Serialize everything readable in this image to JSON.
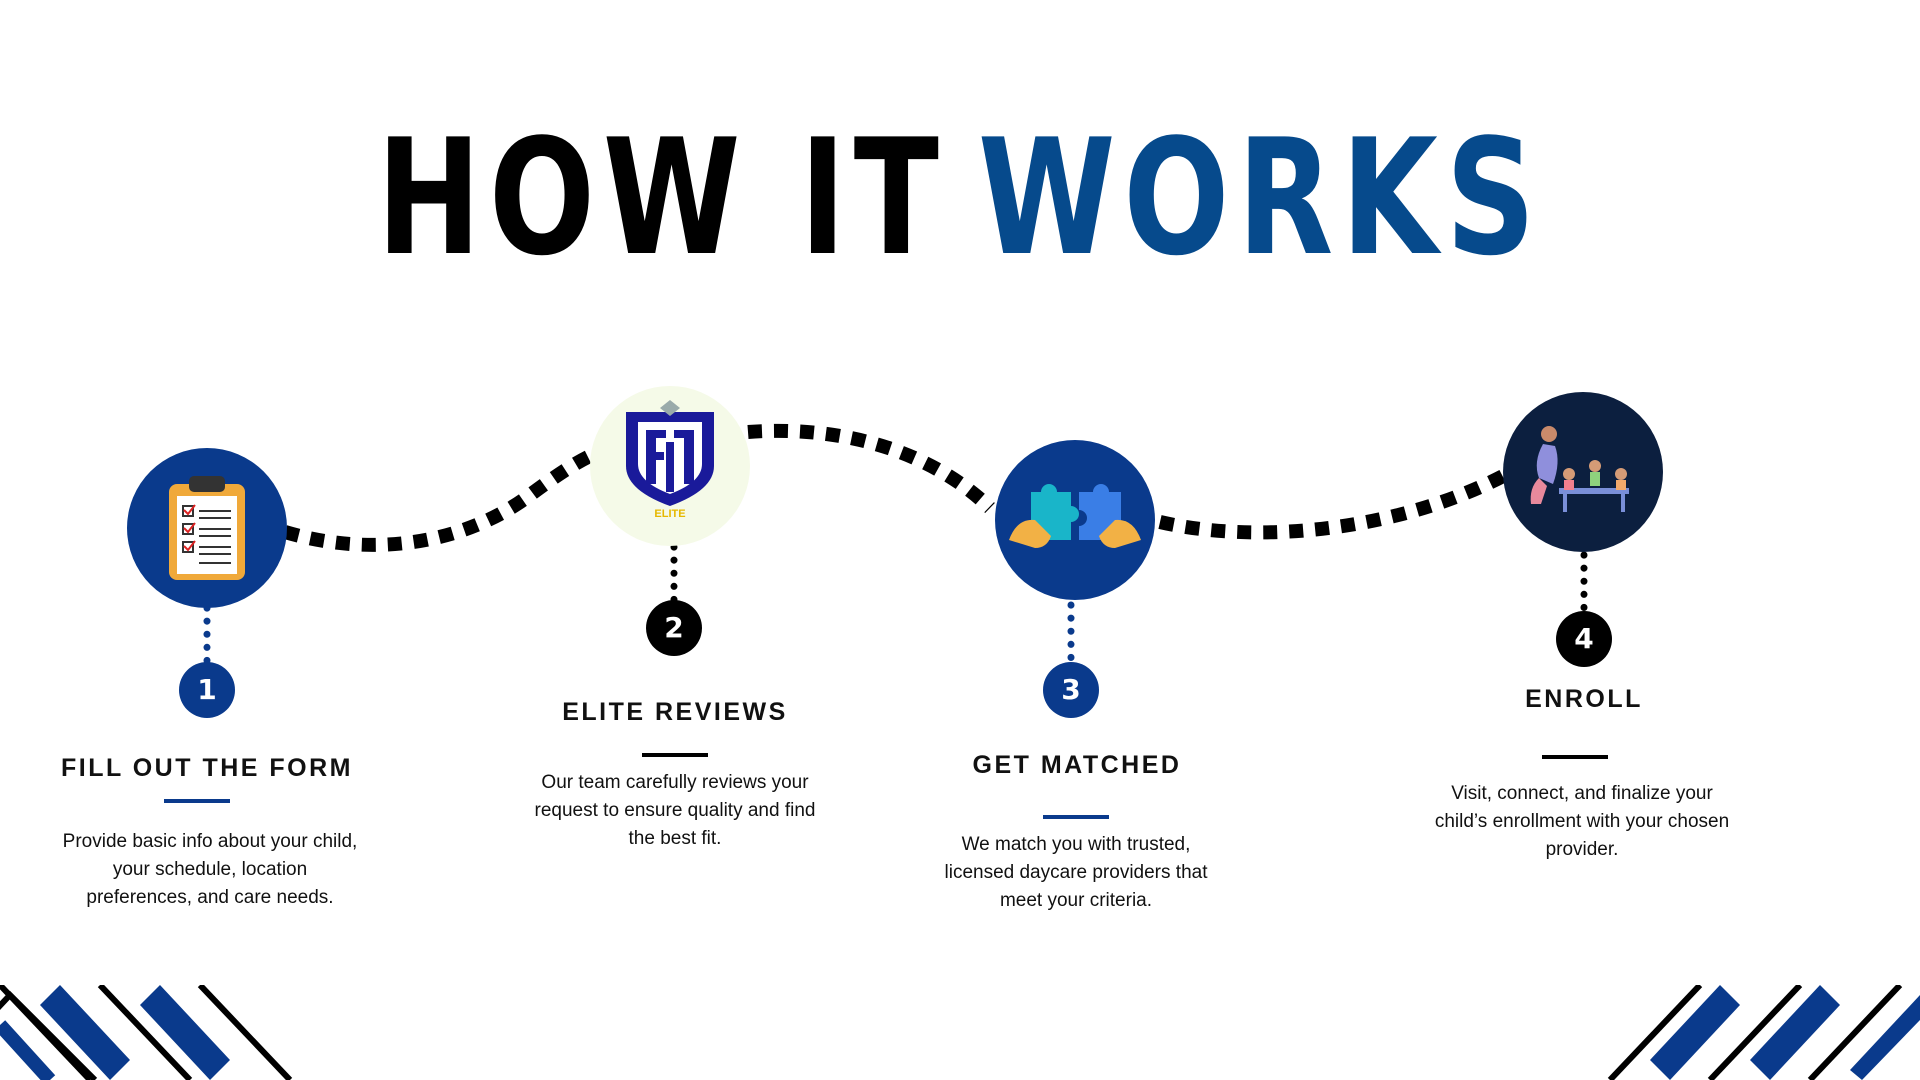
{
  "title": {
    "part1": "HOW IT",
    "part2": "WORKS"
  },
  "colors": {
    "navy": "#0a3a8c",
    "title_blue": "#064a8c",
    "black": "#000000",
    "dark_circle": "#0c1f3f"
  },
  "steps": [
    {
      "number": "1",
      "title": "FILL OUT THE FORM",
      "description": "Provide basic info about your child, your schedule, location preferences, and care needs.",
      "icon": "clipboard-checklist-icon"
    },
    {
      "number": "2",
      "title": "ELITE REVIEWS",
      "description": "Our team carefully reviews your request to ensure quality and find the best fit.",
      "icon": "elite-logo",
      "logo_text": "ELITE"
    },
    {
      "number": "3",
      "title": "GET MATCHED",
      "description": "We match you with trusted, licensed daycare providers that meet your criteria.",
      "icon": "puzzle-pieces-icon"
    },
    {
      "number": "4",
      "title": "ENROLL",
      "description": "Visit, connect, and finalize your child’s enrollment with your chosen provider.",
      "icon": "teacher-children-icon"
    }
  ]
}
